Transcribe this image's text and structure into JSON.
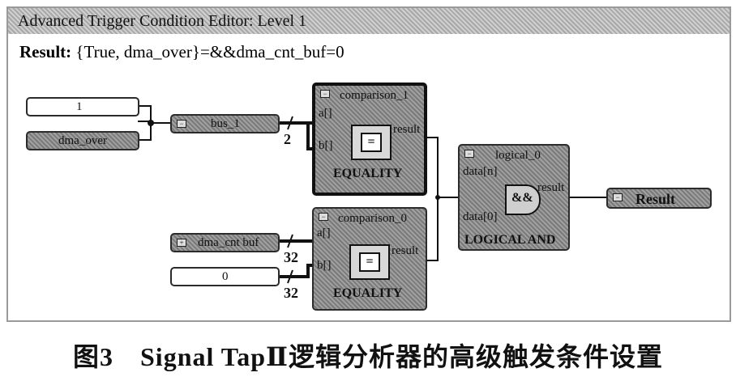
{
  "window": {
    "title": "Advanced Trigger Condition Editor: Level 1",
    "result_label": "Result:",
    "result_expr": "{True, dma_over}=&&dma_cnt_buf=0"
  },
  "inputs": {
    "const_true": "1",
    "dma_over": "dma_over",
    "bus_1": "bus_1",
    "dma_cnt_buf": "dma_cnt buf",
    "const_zero": "0"
  },
  "comparison_1": {
    "title": "comparison_1",
    "a": "a[]",
    "b": "b[]",
    "result": "result",
    "op": "=",
    "type": "EQUALITY"
  },
  "comparison_0": {
    "title": "comparison_0",
    "a": "a[]",
    "b": "b[]",
    "result": "result",
    "op": "=",
    "type": "EQUALITY"
  },
  "logical_0": {
    "title": "logical_0",
    "data_n": "data[n]",
    "data_0": "data[0]",
    "result": "result",
    "op": "&&",
    "type": "LOGICAL AND"
  },
  "output": {
    "label": "Result"
  },
  "bus_widths": {
    "bus1_width": "2",
    "cnt_width": "32",
    "zero_width": "32"
  },
  "caption": "图3　Signal TapⅡ逻辑分析器的高级触发条件设置"
}
